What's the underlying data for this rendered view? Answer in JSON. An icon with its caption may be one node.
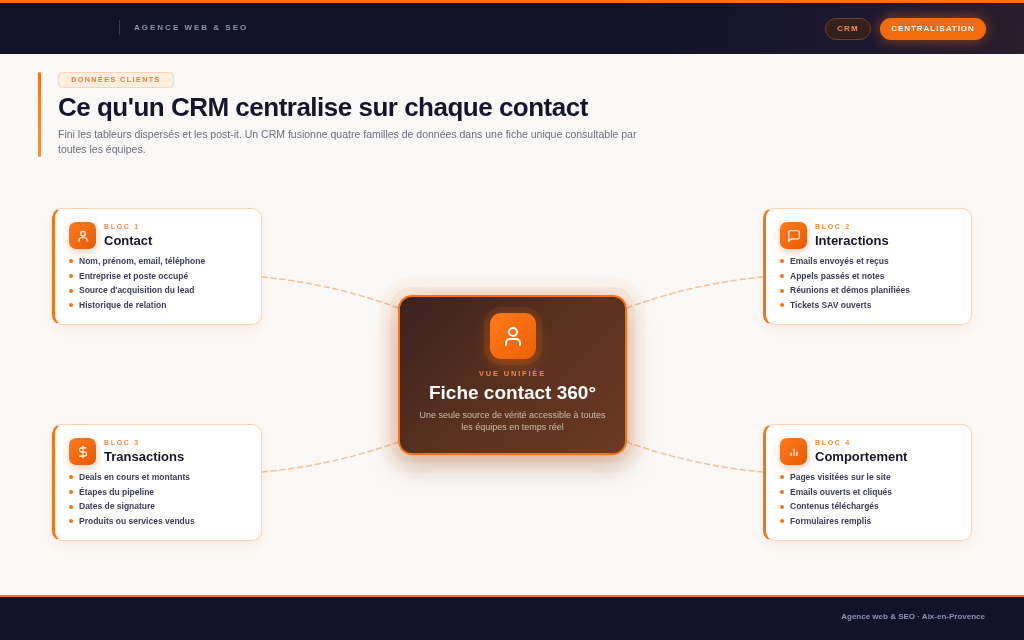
{
  "diagram": {
    "title": "Ce qu'un CRM **centralise** sur chaque contact",
    "nodes": [
      {
        "text": [
          "BLOC 1",
          "Contact",
          "Nom, prénom, email, téléphone",
          "Entreprise et poste occupé",
          "Source d'acquisition du lead",
          "Historique de relation"
        ]
      },
      {
        "text": [
          "BLOC 2",
          "Interactions",
          "Emails envoyés et reçus",
          "Appels passés et notes",
          "Réunions et démos planifiées",
          "Tickets SAV ouverts"
        ]
      },
      {
        "text": [
          "VUE UNIFIÉE",
          "Fiche contact 360°",
          "Une seule source de vérité accessible à toutes les équipes en temps réel"
        ]
      },
      {
        "text": [
          "BLOC 3",
          "Transactions",
          "Deals en cours et montants",
          "Étapes du pipeline",
          "Dates de signature",
          "Produits ou services vendus"
        ]
      },
      {
        "text": [
          "BLOC 4",
          "Comportement",
          "Pages visitées sur le site",
          "Emails ouverts et cliqués",
          "Contenus téléchargés",
          "Formulaires remplis"
        ]
      }
    ],
    "edges": [
      {
        "from": 0,
        "to": 2,
        "arrow": "none",
        "style": "dashed"
      },
      {
        "from": 1,
        "to": 2,
        "arrow": "none",
        "style": "dashed"
      },
      {
        "from": 3,
        "to": 2,
        "arrow": "none",
        "style": "dashed"
      },
      {
        "from": 4,
        "to": 2,
        "arrow": "none",
        "style": "dashed"
      }
    ],
    "labels": [
      "AGENCE WEB & SEO",
      "CRM",
      "CENTRALISATION",
      "DONNÉES CLIENTS",
      "Fini les tableurs dispersés et les post-it. Un CRM fusionne quatre familles de données dans une fiche unique consultable par toutes les équipes.",
      "Agence web & SEO · Aix-en-Provence"
    ]
  }
}
